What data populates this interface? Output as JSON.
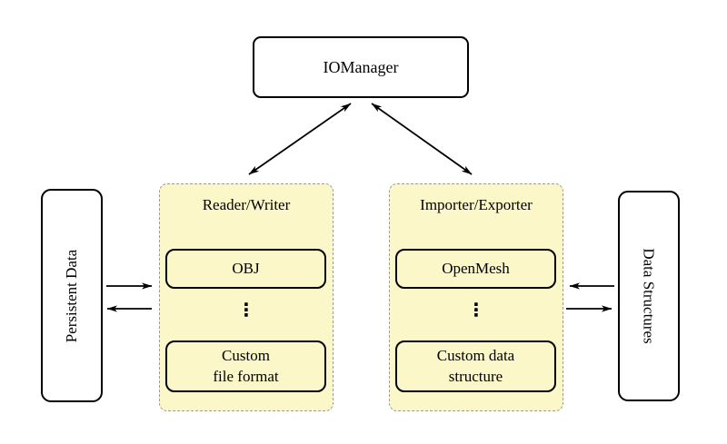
{
  "diagram": {
    "io_manager": {
      "label": "IOManager"
    },
    "reader_writer": {
      "title": "Reader/Writer",
      "ellipsis": "⋮",
      "items": [
        {
          "lines": [
            "OBJ"
          ]
        },
        {
          "lines": [
            "Custom",
            "file format"
          ]
        }
      ]
    },
    "importer_exporter": {
      "title": "Importer/Exporter",
      "ellipsis": "⋮",
      "items": [
        {
          "lines": [
            "OpenMesh"
          ]
        },
        {
          "lines": [
            "Custom data",
            "structure"
          ]
        }
      ]
    },
    "persistent_data": {
      "label": "Persistent Data"
    },
    "data_structures": {
      "label": "Data Structures"
    },
    "colors": {
      "group_fill": "#fbf7c8",
      "group_border": "#9b9b9b",
      "node_border": "#000000",
      "arrow": "#000000"
    }
  }
}
